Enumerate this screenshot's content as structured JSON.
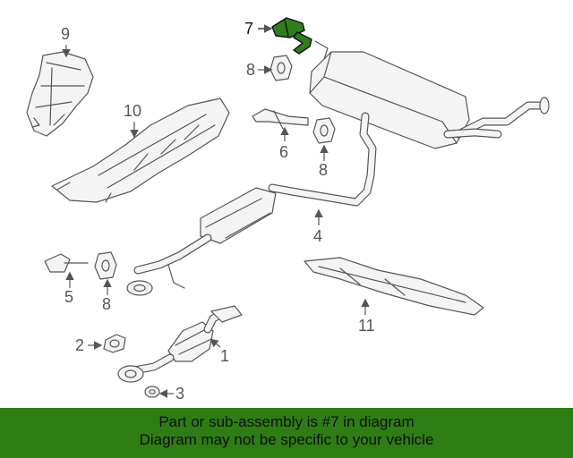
{
  "diagram": {
    "callouts": [
      "1",
      "2",
      "3",
      "4",
      "5",
      "6",
      "7",
      "8",
      "8",
      "8",
      "9",
      "10",
      "11"
    ],
    "highlight_color": "#2f7d1e"
  },
  "banner": {
    "line1": "Part or sub-assembly is #7 in diagram",
    "line2": "Diagram may not be specific to your vehicle",
    "background": "#2e7d14"
  }
}
